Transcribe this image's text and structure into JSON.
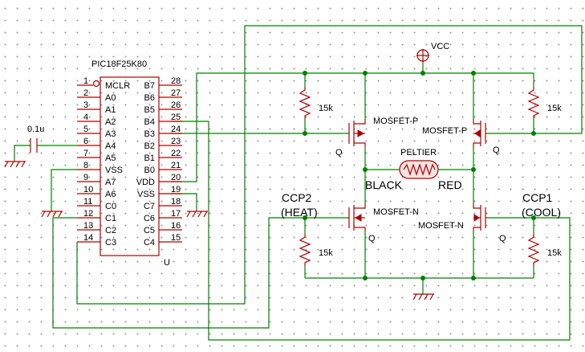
{
  "chip": {
    "name": "PIC18F25K80",
    "ref": "U",
    "left_pins": [
      {
        "num": "1",
        "label": "MCLR"
      },
      {
        "num": "2",
        "label": "A0"
      },
      {
        "num": "3",
        "label": "A1"
      },
      {
        "num": "4",
        "label": "A2"
      },
      {
        "num": "5",
        "label": "A3"
      },
      {
        "num": "6",
        "label": "A4"
      },
      {
        "num": "7",
        "label": "A5"
      },
      {
        "num": "8",
        "label": "VSS"
      },
      {
        "num": "9",
        "label": "A7"
      },
      {
        "num": "10",
        "label": "A6"
      },
      {
        "num": "11",
        "label": "C0"
      },
      {
        "num": "12",
        "label": "C1"
      },
      {
        "num": "13",
        "label": "C2"
      },
      {
        "num": "14",
        "label": "C3"
      }
    ],
    "right_pins": [
      {
        "num": "28",
        "label": "B7"
      },
      {
        "num": "27",
        "label": "B6"
      },
      {
        "num": "26",
        "label": "B5"
      },
      {
        "num": "25",
        "label": "B4"
      },
      {
        "num": "24",
        "label": "B3"
      },
      {
        "num": "23",
        "label": "B2"
      },
      {
        "num": "22",
        "label": "B1"
      },
      {
        "num": "21",
        "label": "B0"
      },
      {
        "num": "20",
        "label": "VDD"
      },
      {
        "num": "19",
        "label": "VSS"
      },
      {
        "num": "18",
        "label": "C7"
      },
      {
        "num": "17",
        "label": "C6"
      },
      {
        "num": "16",
        "label": "C5"
      },
      {
        "num": "15",
        "label": "C4"
      }
    ]
  },
  "labels": {
    "capacitor": "0.1u",
    "vcc": "VCC",
    "resistor_tl": "15k",
    "resistor_tr": "15k",
    "resistor_bl": "15k",
    "resistor_br": "15k",
    "mosfet_tl": "MOSFET-P",
    "mosfet_tr": "MOSFET-P",
    "mosfet_bl": "MOSFET-N",
    "mosfet_br": "MOSFET-N",
    "q_tl": "Q",
    "q_tr": "Q",
    "q_bl": "Q",
    "q_br": "Q",
    "peltier": "PELTIER",
    "black": "BLACK",
    "red": "RED",
    "ccp2": "CCP2",
    "heat": "(HEAT)",
    "ccp1": "CCP1",
    "cool": "(COOL)"
  }
}
